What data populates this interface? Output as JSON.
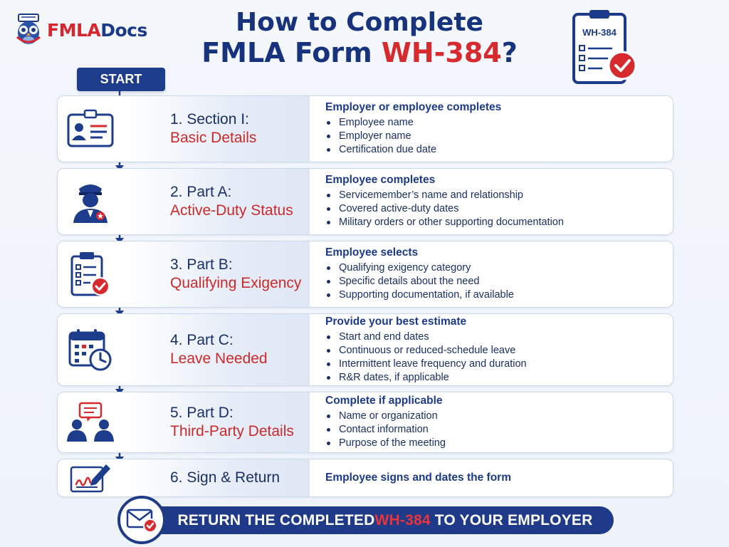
{
  "brand": {
    "name_part1": "FMLA",
    "name_part2": "Docs"
  },
  "title": {
    "line1": "How to Complete",
    "line2_prefix": "FMLA Form ",
    "line2_accent": "WH-384",
    "line2_suffix": "?"
  },
  "header_doc": {
    "label": "WH-384"
  },
  "start_label": "START",
  "steps": [
    {
      "icon": "id-card-icon",
      "title": "1. Section I:",
      "subtitle": "Basic Details",
      "heading": "Employer or employee completes",
      "bullets": [
        "Employee name",
        "Employer name",
        "Certification due date"
      ]
    },
    {
      "icon": "servicemember-icon",
      "title": "2. Part A:",
      "subtitle": "Active-Duty Status",
      "heading": "Employee completes",
      "bullets": [
        "Servicemember’s name and relationship",
        "Covered active-duty dates",
        "Military orders or other supporting documentation"
      ]
    },
    {
      "icon": "checklist-icon",
      "title": "3. Part B:",
      "subtitle": "Qualifying Exigency",
      "heading": "Employee selects",
      "bullets": [
        "Qualifying exigency category",
        "Specific details about the need",
        "Supporting documentation, if available"
      ]
    },
    {
      "icon": "calendar-clock-icon",
      "title": "4. Part C:",
      "subtitle": "Leave Needed",
      "heading": "Provide your best estimate",
      "bullets": [
        "Start and end dates",
        "Continuous or reduced-schedule leave",
        "Intermittent leave frequency and duration",
        "R&R dates, if applicable"
      ]
    },
    {
      "icon": "people-meeting-icon",
      "title": "5. Part D:",
      "subtitle": "Third-Party Details",
      "heading": "Complete if applicable",
      "bullets": [
        "Name or organization",
        "Contact information",
        "Purpose of the meeting"
      ]
    },
    {
      "icon": "signature-icon",
      "title": "6. Sign & Return",
      "subtitle": "",
      "heading": "Employee signs and dates the form",
      "bullets": []
    }
  ],
  "footer": {
    "prefix": "RETURN THE COMPLETED ",
    "accent": "WH-384",
    "suffix": " TO YOUR EMPLOYER"
  },
  "colors": {
    "navy": "#1e3c8c",
    "red": "#d72a2f",
    "background": "#f1f5fb"
  }
}
